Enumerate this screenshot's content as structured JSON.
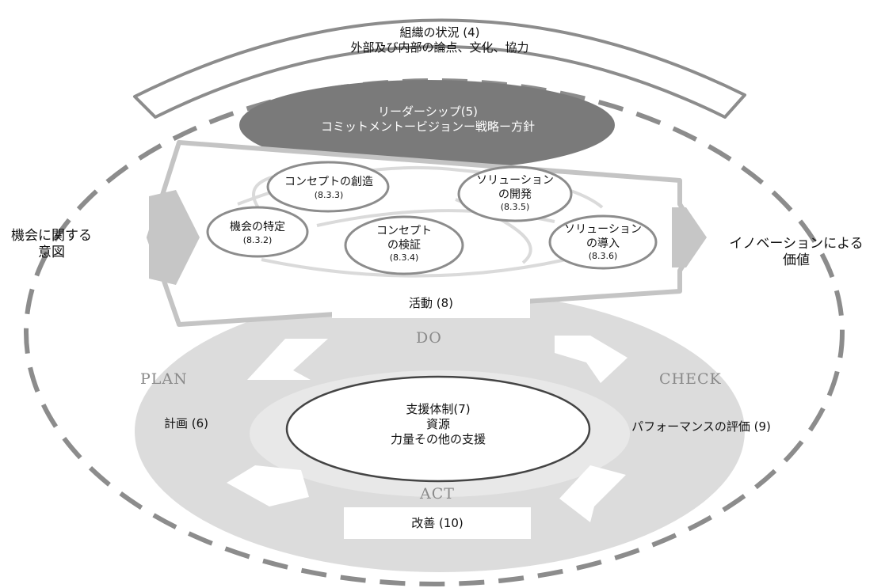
{
  "context": {
    "line1": "組織の状況 (4)",
    "line2": "外部及び内部の論点、文化、協力"
  },
  "leadership": {
    "line1": "リーダーシップ(5)",
    "line2": "コミットメントービジョンー戦略ー方針"
  },
  "intent": {
    "line1": "機会に関する",
    "line2": "意図"
  },
  "value": {
    "line1": "イノベーションによる",
    "line2": "価値"
  },
  "processes": [
    {
      "name": "コンセプトの創造",
      "name2": "",
      "ref": "(8.3.3)"
    },
    {
      "name": "機会の特定",
      "name2": "",
      "ref": "(8.3.2)"
    },
    {
      "name": "コンセプト",
      "name2": "の検証",
      "ref": "(8.3.4)"
    },
    {
      "name": "ソリューション",
      "name2": "の開発",
      "ref": "(8.3.5)"
    },
    {
      "name": "ソリューション",
      "name2": "の導入",
      "ref": "(8.3.6)"
    }
  ],
  "operation": "活動 (8)",
  "pdca": {
    "do": "DO",
    "plan": "PLAN",
    "check": "CHECK",
    "act": "ACT"
  },
  "planning": "計画 (6)",
  "evaluation": "パフォーマンスの評価 (9)",
  "support": {
    "line1": "支援体制(7)",
    "line2": "資源",
    "line3": "力量その他の支援"
  },
  "improvement": "改善 (10)"
}
